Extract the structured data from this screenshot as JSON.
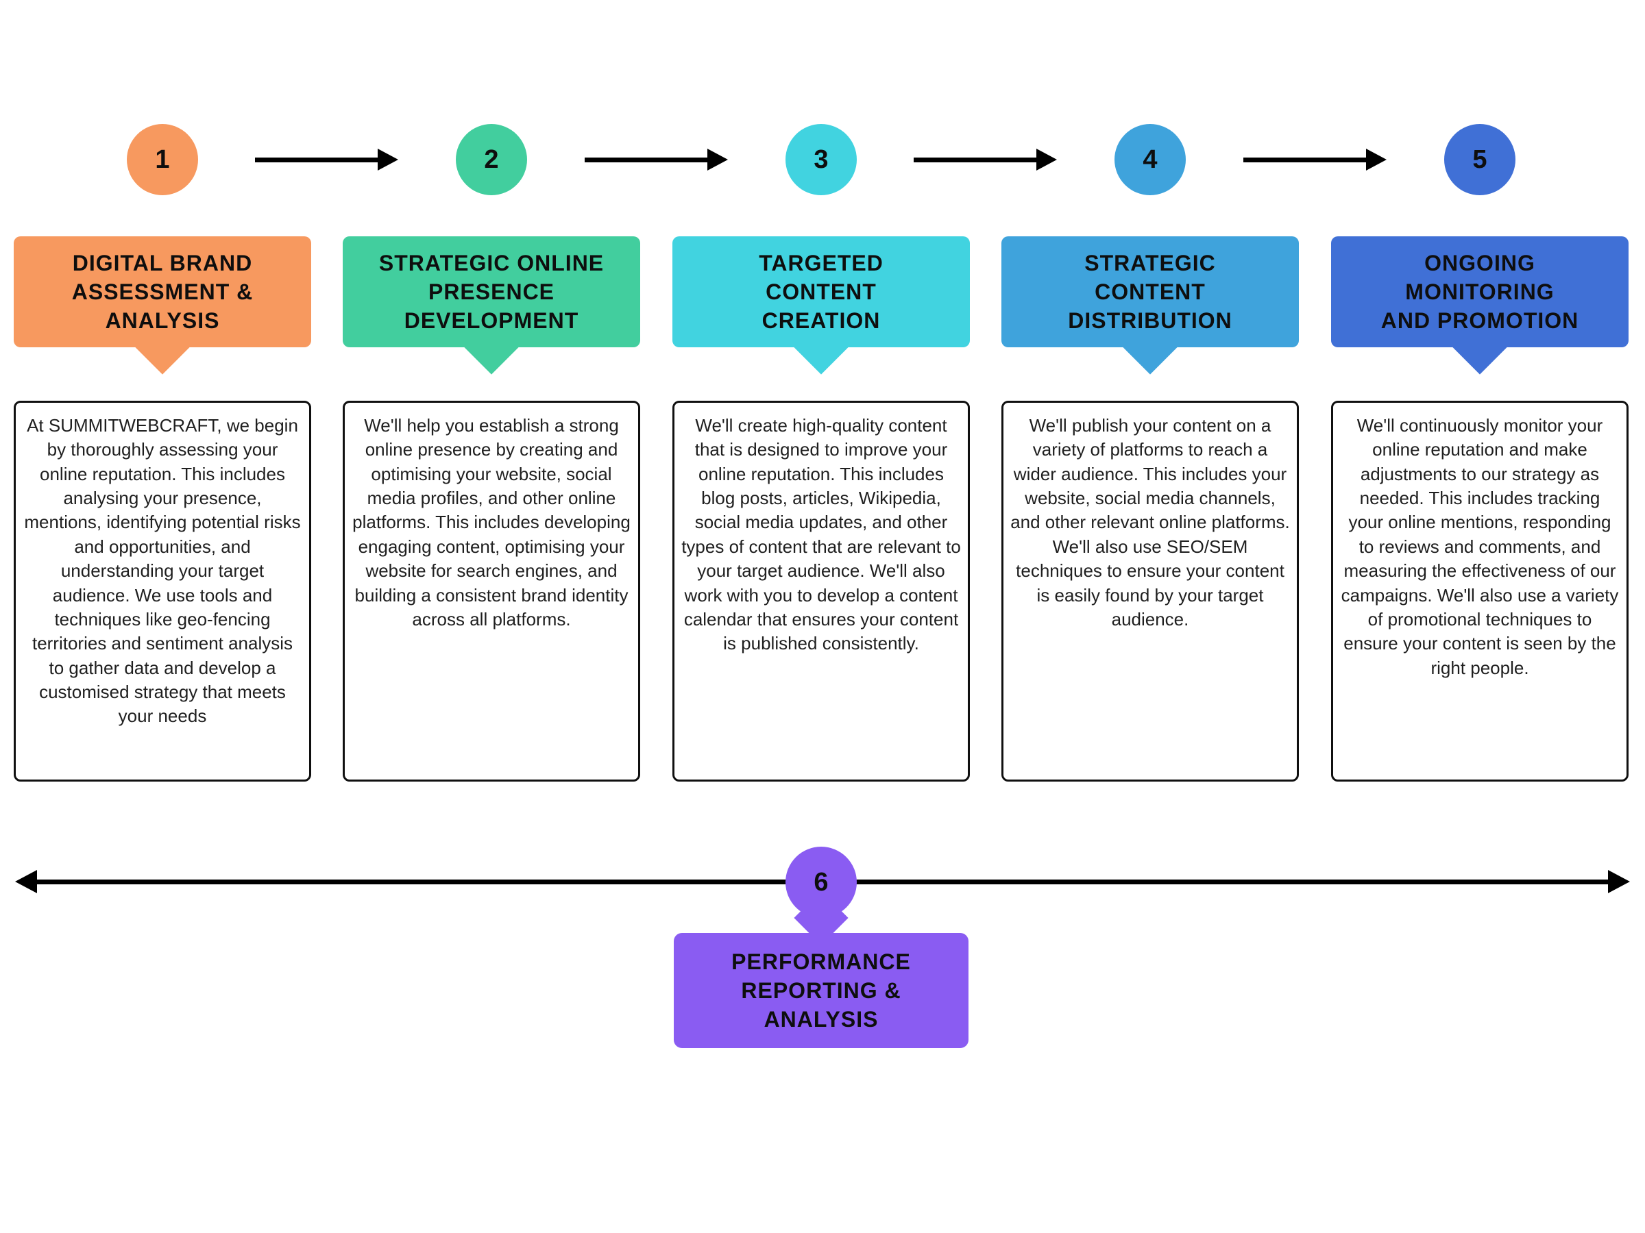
{
  "diagram": {
    "kind": "six-step process flow",
    "connector_color": "#000000",
    "background": "#ffffff"
  },
  "steps": [
    {
      "number": "1",
      "title": "DIGITAL BRAND\nASSESSMENT &\nANALYSIS",
      "color": "#F7995F",
      "description": "At SUMMITWEBCRAFT, we begin by thoroughly assessing your online reputation. This includes analysing your presence, mentions, identifying potential risks and opportunities, and understanding your target audience. We use tools and techniques like geo-fencing territories  and sentiment analysis to gather data and develop a customised strategy that meets your needs"
    },
    {
      "number": "2",
      "title": "STRATEGIC ONLINE\nPRESENCE\nDEVELOPMENT",
      "color": "#42CE9E",
      "description": "We'll help you establish a strong online presence by creating and optimising your website, social media profiles, and other online platforms. This includes developing engaging content, optimising your website for search engines, and building a consistent brand identity across all platforms."
    },
    {
      "number": "3",
      "title": "TARGETED\nCONTENT\nCREATION",
      "color": "#41D3E0",
      "description": "We'll create high-quality content that is designed to improve your online reputation. This includes blog posts, articles, Wikipedia, social media updates, and other types of content that are relevant to your target audience. We'll also work with you to develop a content calendar that ensures your content is published consistently."
    },
    {
      "number": "4",
      "title": "STRATEGIC\nCONTENT\nDISTRIBUTION",
      "color": "#3FA3DC",
      "description": "We'll publish your content on a variety of platforms to reach a wider audience. This includes your website, social media channels, and other relevant online platforms. We'll also use SEO/SEM techniques to ensure your content is easily found by your target audience."
    },
    {
      "number": "5",
      "title": "ONGOING\nMONITORING\nAND PROMOTION",
      "color": "#4070D6",
      "description": "We'll continuously monitor your online reputation and make adjustments to our strategy as needed. This includes tracking your online mentions, responding to reviews and comments, and measuring the effectiveness of our campaigns. We'll also use a variety of promotional techniques to ensure your content is seen by the right people."
    }
  ],
  "final_step": {
    "number": "6",
    "title": "PERFORMANCE\nREPORTING &\nANALYSIS",
    "color": "#8A5CF2"
  }
}
